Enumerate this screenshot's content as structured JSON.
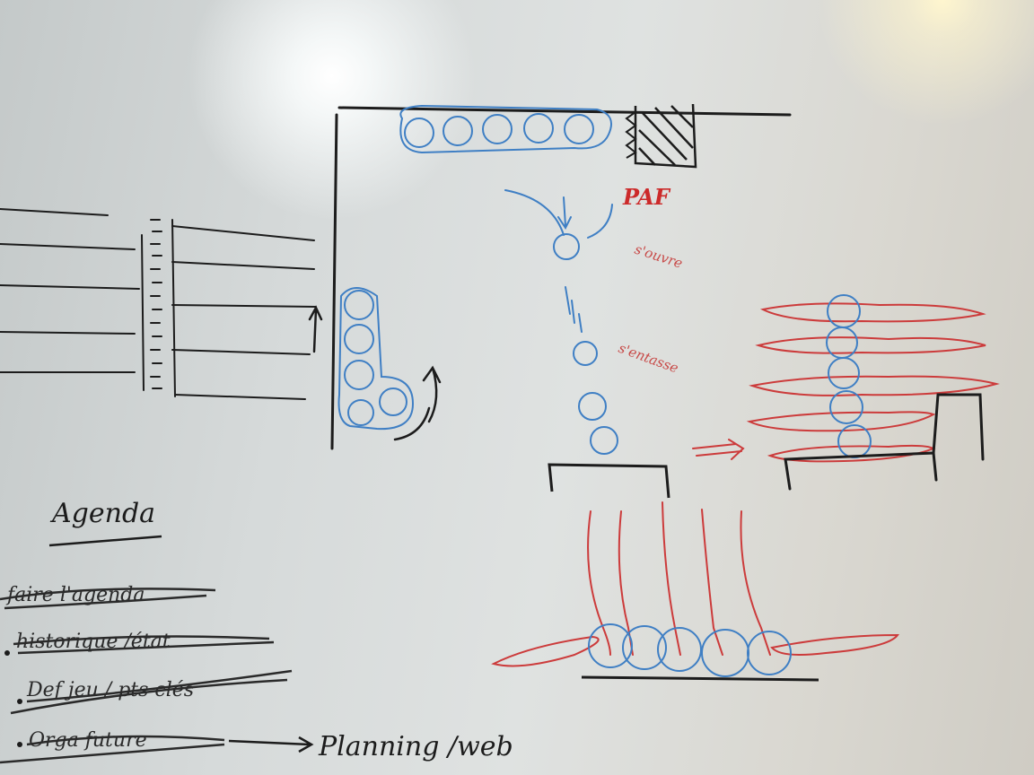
{
  "colors": {
    "black_marker": "#1c1c1c",
    "blue_marker": "#3f7fc4",
    "red_marker": "#cc3b3b",
    "board": "#dadede"
  },
  "labels": {
    "paf": "PAF",
    "souvre": "s'ouvre",
    "sentasse": "s'entasse"
  },
  "agenda": {
    "title": "Agenda",
    "items": [
      {
        "text": "faire l'agenda",
        "struck": true
      },
      {
        "text": "historique /état",
        "struck": true
      },
      {
        "text": "Def jeu / pts clés",
        "struck": true
      },
      {
        "text": "Orga future",
        "struck": true
      }
    ],
    "arrow_target": "Planning /web"
  }
}
